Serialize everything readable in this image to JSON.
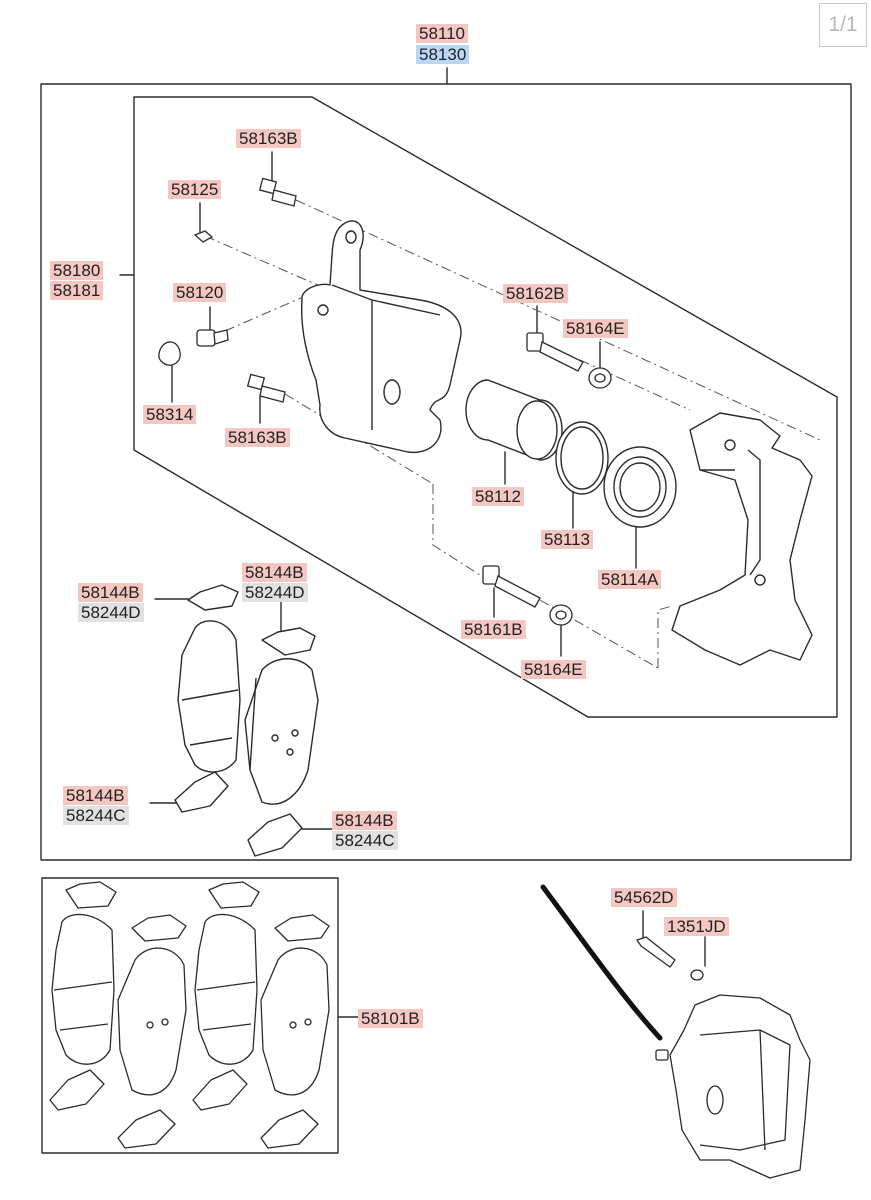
{
  "page_indicator": "1/1",
  "callouts": {
    "assy_a": "58110",
    "assy_b": "58130",
    "bolt_top": "58163B",
    "clip_small": "58125",
    "caliper_a": "58180",
    "caliper_b": "58181",
    "bleeder": "58120",
    "cap": "58314",
    "bolt_lower": "58163B",
    "guide_pin_upper": "58162B",
    "boot_upper": "58164E",
    "piston": "58112",
    "seal_ring": "58113",
    "piston_boot": "58114A",
    "guide_pin_lower": "58161B",
    "boot_lower": "58164E",
    "shim_tl_a": "58144B",
    "shim_tl_b": "58244D",
    "shim_tr_a": "58144B",
    "shim_tr_b": "58244D",
    "shim_bl_a": "58144B",
    "shim_bl_b": "58244C",
    "shim_br_a": "58144B",
    "shim_br_b": "58244C",
    "pad_kit": "58101B",
    "mount_bolt": "54562D",
    "washer": "1351JD"
  },
  "colors": {
    "label_red": "#f5c7c3",
    "label_blue": "#bcd6f6",
    "label_gray": "#e1e1e1",
    "line": "#2b2b2b"
  }
}
